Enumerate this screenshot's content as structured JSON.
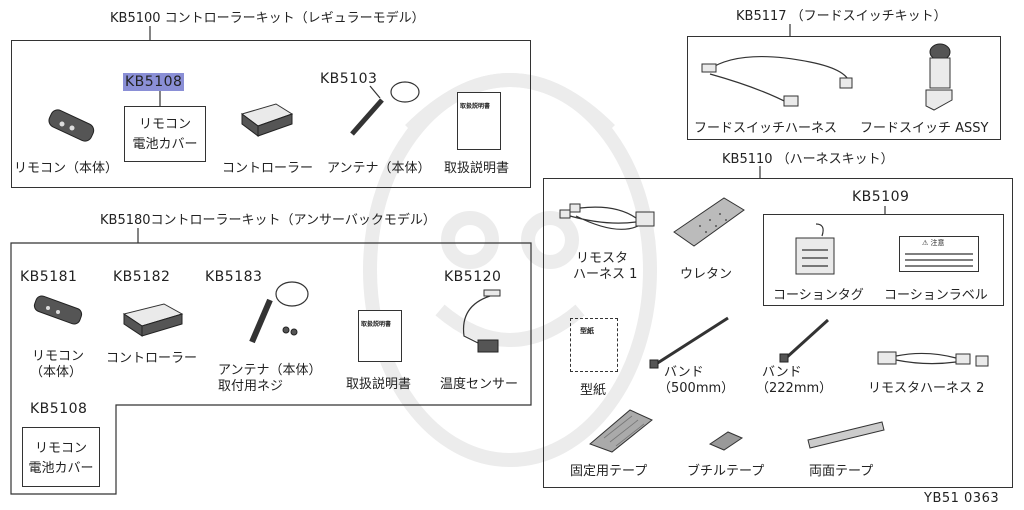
{
  "kit_main": {
    "title": "KB5100 コントローラーキット（レギュラーモデル）",
    "kb5108_code": "KB5108",
    "kb5108_label_1": "リモコン",
    "kb5108_label_2": "電池カバー",
    "kb5103_code": "KB5103",
    "remote_label": "リモコン（本体）",
    "controller_label": "コントローラー",
    "antenna_label": "アンテナ（本体）",
    "manual_label": "取扱説明書",
    "manual_cover_text": "取扱説明書"
  },
  "kit_hood": {
    "title": "KB5117 （フードスイッチキット）",
    "harness_label": "フードスイッチハーネス",
    "switch_label": "フードスイッチ ASSY"
  },
  "kit_answer": {
    "title": "KB5180コントローラーキット（アンサーバックモデル）",
    "kb5181_code": "KB5181",
    "kb5181_label_1": "リモコン",
    "kb5181_label_2": "（本体）",
    "kb5182_code": "KB5182",
    "kb5182_label": "コントローラー",
    "kb5183_code": "KB5183",
    "kb5183_label_1": "アンテナ（本体）",
    "kb5183_label_2": "取付用ネジ",
    "manual_label": "取扱説明書",
    "manual_cover_text": "取扱説明書",
    "kb5120_code": "KB5120",
    "kb5120_label": "温度センサー",
    "kb5108_code": "KB5108",
    "kb5108_label_1": "リモコン",
    "kb5108_label_2": "電池カバー"
  },
  "kit_harness": {
    "title": "KB5110 （ハーネスキット）",
    "remosta_label_1": "リモスタ",
    "remosta_label_2": "ハーネス 1",
    "urethane_label": "ウレタン",
    "kb5109_code": "KB5109",
    "caution_tag_label": "コーションタグ",
    "caution_label_label": "コーションラベル",
    "caution_label_header": "⚠ 注意",
    "template_label": "型紙",
    "template_cover_text": "型紙",
    "band500_label_1": "バンド",
    "band500_label_2": "（500mm）",
    "band222_label_1": "バンド",
    "band222_label_2": "（222mm）",
    "remosta2_label": "リモスタハーネス 2",
    "fixing_tape_label": "固定用テープ",
    "butyl_tape_label": "ブチルテープ",
    "double_tape_label": "両面テープ"
  },
  "figure_id": "YB51 0363",
  "colors": {
    "highlight": "#8a8fd6",
    "line": "#333333",
    "watermark": "#ececec"
  }
}
